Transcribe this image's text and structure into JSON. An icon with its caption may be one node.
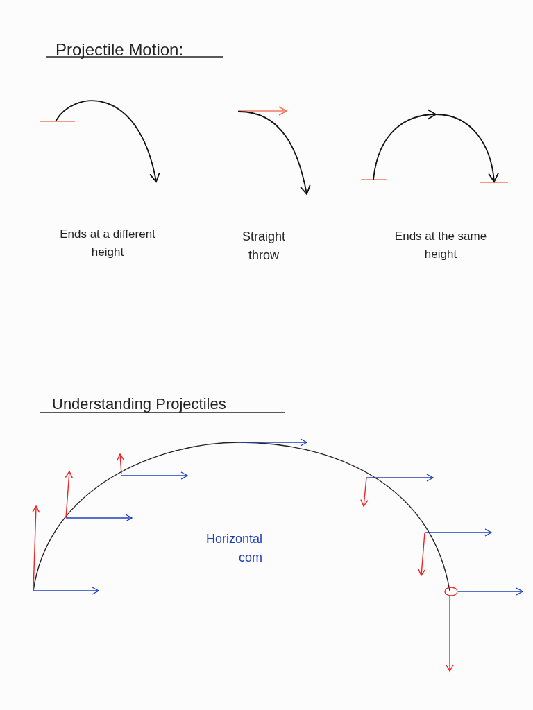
{
  "diagram": {
    "title": "Projectile Motion:",
    "labels": [
      "Ends at a different height",
      "Straight throw",
      "Ends at the same height",
      "Understanding Projectiles",
      "Horizontal com"
    ]
  }
}
